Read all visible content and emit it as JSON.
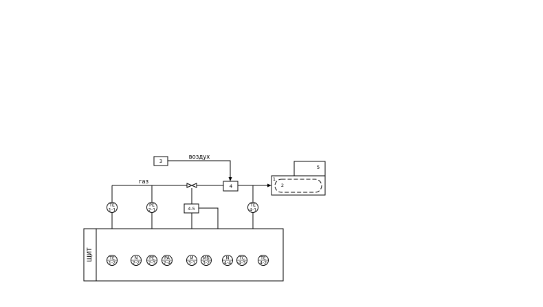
{
  "labels": {
    "gas": "газ",
    "air": "воздух",
    "panel": "ЩИТ"
  },
  "blocks": {
    "b1": "1",
    "b2": "2",
    "b3": "3",
    "b4": "4",
    "b5": "5",
    "b45": "4-5"
  },
  "field_instruments": [
    {
      "top": "TE",
      "bottom": "1-1"
    },
    {
      "top": "PE",
      "bottom": "2-1"
    },
    {
      "top": "TE",
      "bottom": "4-1"
    }
  ],
  "panel_instruments": [
    {
      "top": "TE",
      "bottom": "1-2"
    },
    {
      "top": "N",
      "bottom": "2-2"
    },
    {
      "top": "PE",
      "bottom": "2-3"
    },
    {
      "top": "PA",
      "bottom": "2-4"
    },
    {
      "top": "И",
      "bottom": "3-1"
    },
    {
      "top": "ИБ",
      "bottom": "3-2"
    },
    {
      "top": "N",
      "bottom": "4-4"
    },
    {
      "top": "TC",
      "bottom": "4-3"
    },
    {
      "top": "TE",
      "bottom": "4-2"
    }
  ]
}
